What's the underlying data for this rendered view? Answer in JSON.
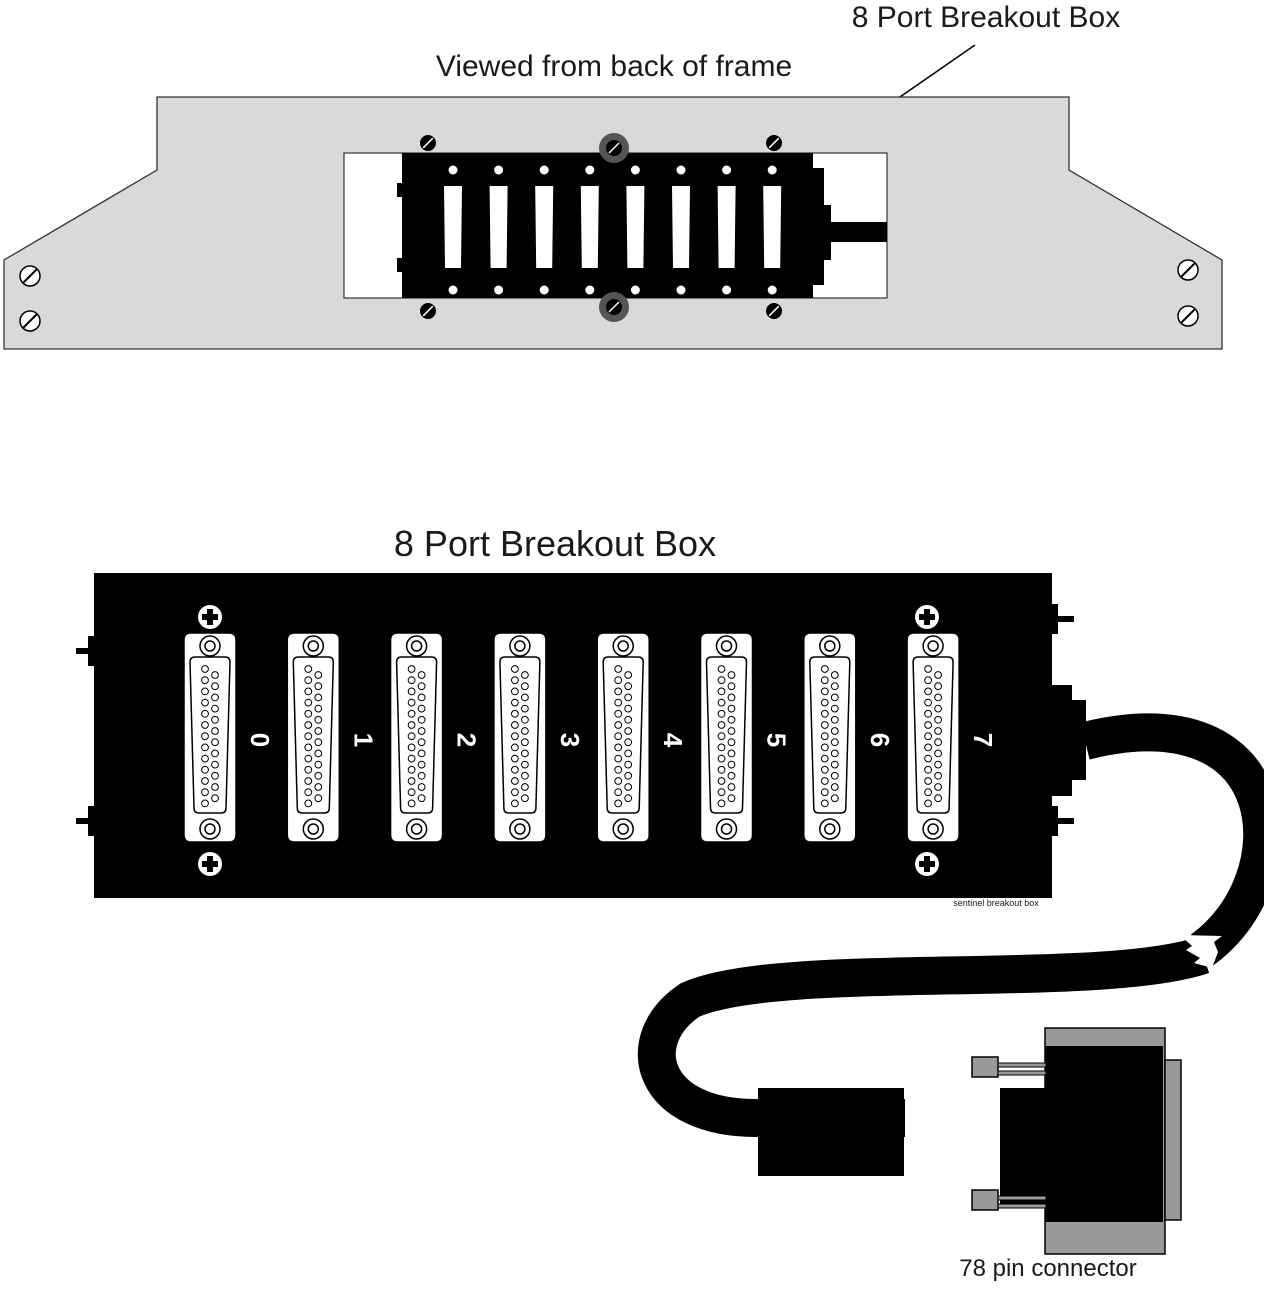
{
  "top_view": {
    "callout_label": "8 Port Breakout Box",
    "caption": "Viewed from back of frame",
    "port_count": 8,
    "colors": {
      "frame": "#d9d9d9",
      "box": "#000000",
      "cutout": "#ffffff"
    }
  },
  "front_view": {
    "title": "8 Port Breakout Box",
    "ports": [
      "0",
      "1",
      "2",
      "3",
      "4",
      "5",
      "6",
      "7"
    ],
    "small_label": "sentinel breakout box",
    "connector_label": "78 pin connector",
    "colors": {
      "box": "#000000",
      "connector_body": "#999999",
      "cable": "#000000"
    }
  }
}
